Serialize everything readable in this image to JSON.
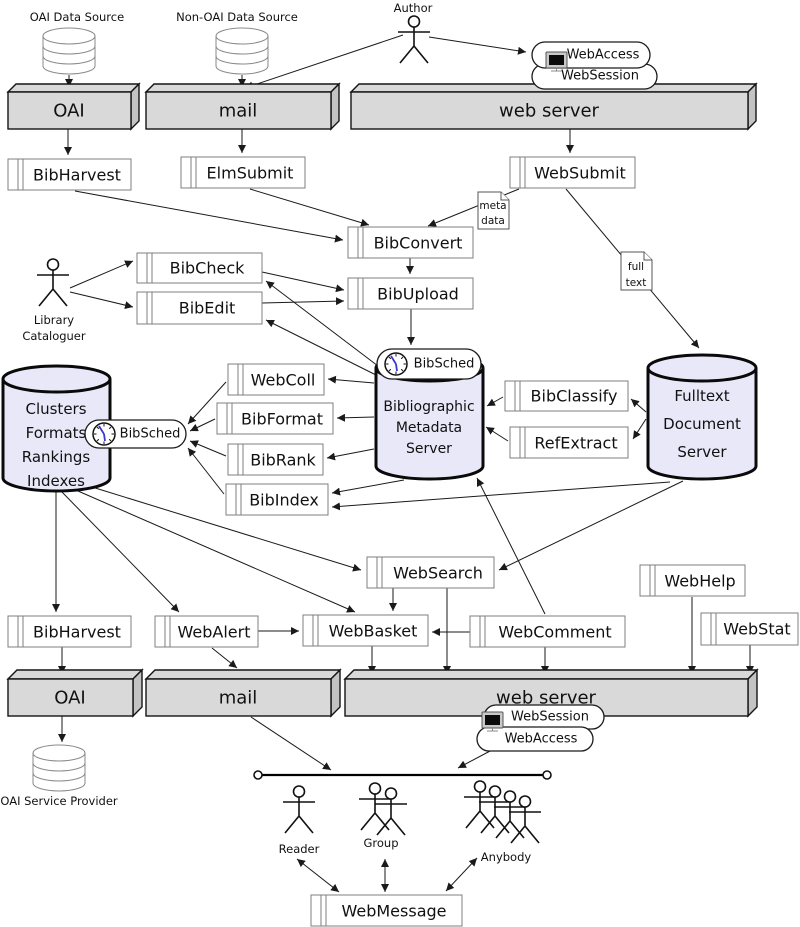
{
  "diagram": {
    "sources": {
      "oai_data_source": "OAI Data Source",
      "non_oai_data_source": "Non-OAI Data Source",
      "oai_service_provider": "OAI Service Provider"
    },
    "actors": {
      "author": "Author",
      "library_cataloguer": [
        "Library",
        "Cataloguer"
      ],
      "reader": "Reader",
      "group": "Group",
      "anybody": "Anybody"
    },
    "gateways": {
      "oai": "OAI",
      "mail": "mail",
      "web_server": "web server"
    },
    "sessions": {
      "webaccess": "WebAccess",
      "websession": "WebSession"
    },
    "modules": {
      "bibharvest": "BibHarvest",
      "elmsubmit": "ElmSubmit",
      "websubmit": "WebSubmit",
      "bibconvert": "BibConvert",
      "bibupload": "BibUpload",
      "bibcheck": "BibCheck",
      "bibedit": "BibEdit",
      "bibsched": "BibSched",
      "bibclassify": "BibClassify",
      "refextract": "RefExtract",
      "webcoll": "WebColl",
      "bibformat": "BibFormat",
      "bibrank": "BibRank",
      "bibindex": "BibIndex",
      "websearch": "WebSearch",
      "webbasket": "WebBasket",
      "webcomment": "WebComment",
      "webhelp": "WebHelp",
      "webstat": "WebStat",
      "webalert": "WebAlert",
      "webmessage": "WebMessage"
    },
    "stores": {
      "bms": [
        "Bibliographic",
        "Metadata",
        "Server"
      ],
      "fulltext": [
        "Fulltext",
        "Document",
        "Server"
      ],
      "left": [
        "Clusters",
        "Formats",
        "Rankings",
        "Indexes"
      ]
    },
    "notes": {
      "meta": [
        "meta",
        "data"
      ],
      "full": [
        "full",
        "text"
      ]
    },
    "colors": {
      "cylinder_fill": "#e8e8f9",
      "server_box_fill": "#d9d9d9",
      "module_border": "#7f7f7f",
      "clock_hands": "#3a3acc"
    }
  }
}
